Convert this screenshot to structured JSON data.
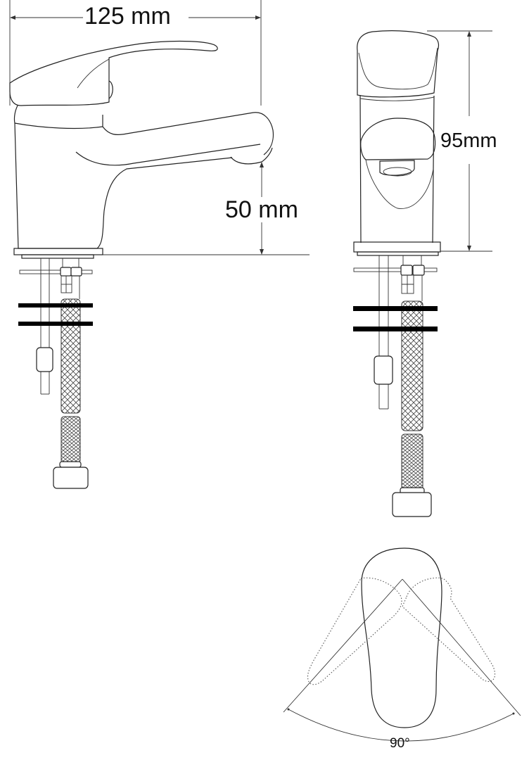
{
  "drawing": {
    "subject": "single-lever basin mixer tap technical drawing",
    "views": [
      "side-view",
      "front-view",
      "top-view-lever-rotation"
    ]
  },
  "dimensions": {
    "width_label": "125 mm",
    "spout_height_label": "50 mm",
    "total_height_label": "95mm",
    "lever_rotation_label": "90°"
  },
  "colors": {
    "line": "#222222",
    "background": "#ffffff",
    "mounting_bar": "#000000"
  }
}
